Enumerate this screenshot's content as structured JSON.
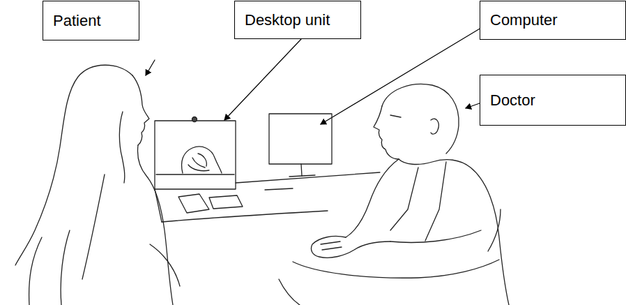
{
  "diagram": {
    "nodes": [
      {
        "text": [
          "Patient"
        ]
      },
      {
        "text": [
          "Desktop unit"
        ]
      },
      {
        "text": [
          "Computer"
        ]
      },
      {
        "text": [
          "Doctor"
        ]
      }
    ]
  }
}
